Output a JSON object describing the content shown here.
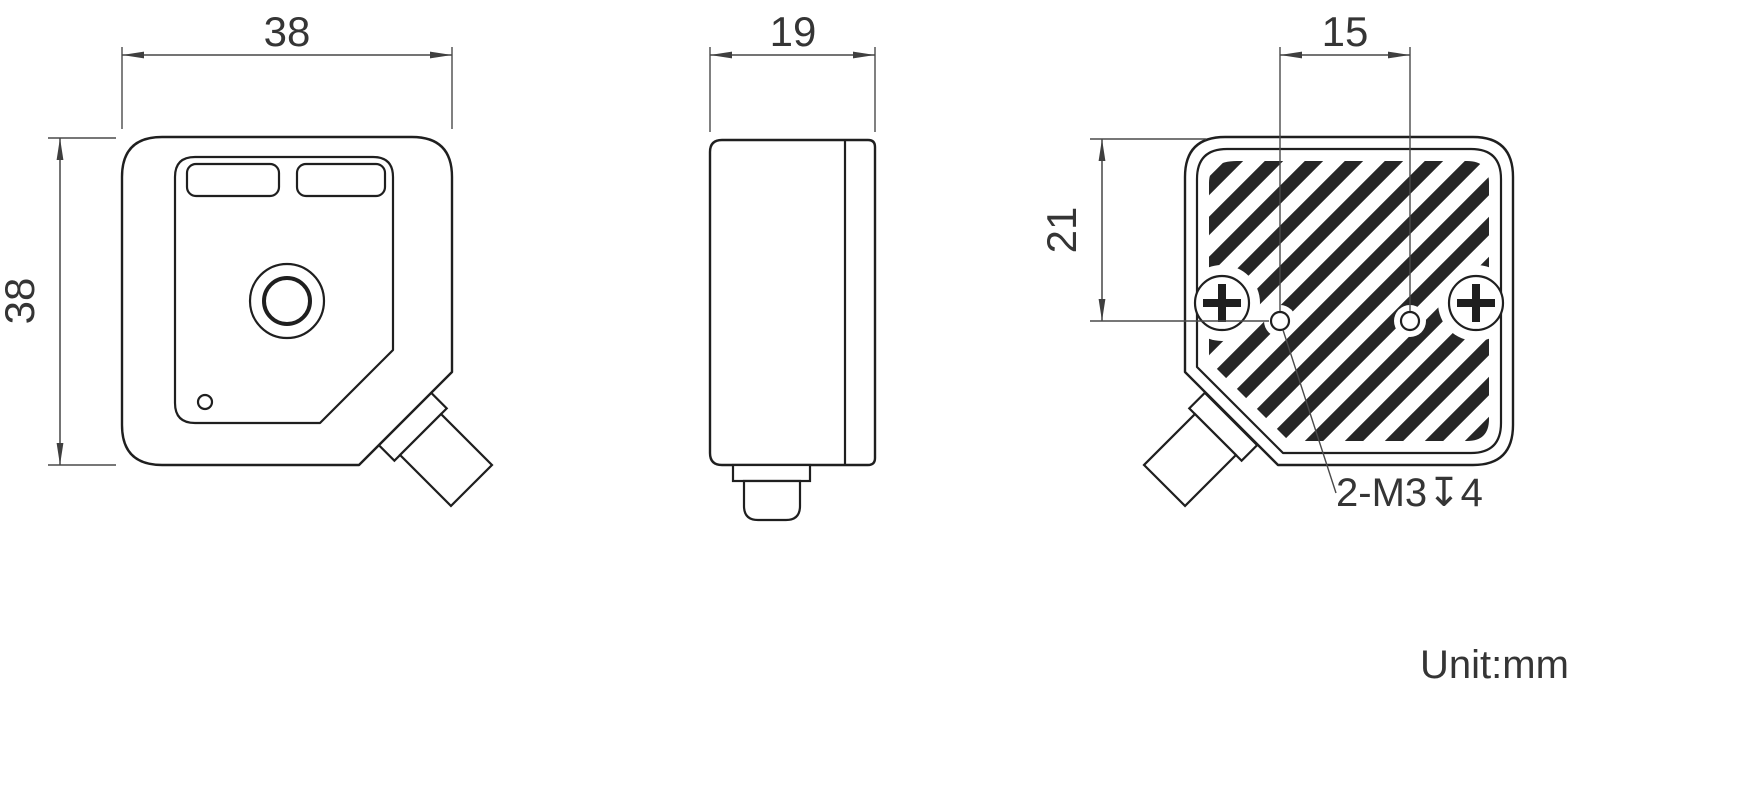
{
  "unit_note": "Unit:mm",
  "views": {
    "front": {
      "dims": {
        "width": "38",
        "height": "38"
      }
    },
    "side": {
      "dims": {
        "depth": "19"
      }
    },
    "back": {
      "dims": {
        "hole_spacing": "15",
        "hole_offset_from_top": "21"
      },
      "callouts": {
        "thread": "2-M3↧4"
      }
    }
  }
}
